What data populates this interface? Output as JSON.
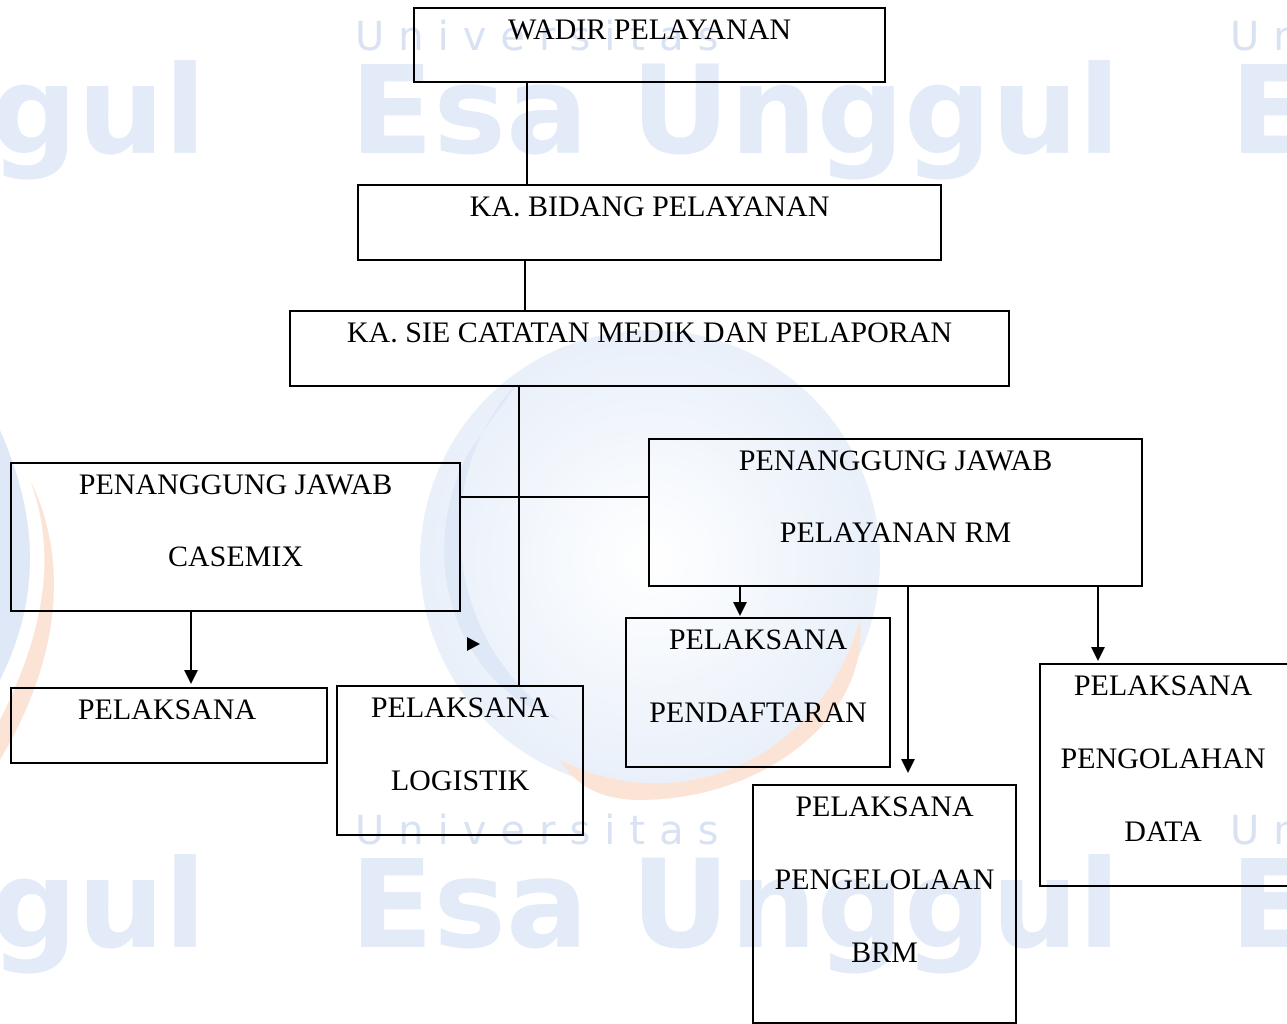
{
  "watermark": {
    "line1": "Universitas",
    "line2": "Esa Unggul",
    "fragment_big": "gul",
    "fragment_small": "Un"
  },
  "diagram": {
    "wadir": "WADIR PELAYANAN",
    "ka_bidang": "KA. BIDANG PELAYANAN",
    "ka_sie": "KA. SIE CATATAN  MEDIK DAN PELAPORAN",
    "pj_casemix": [
      "PENANGGUNG JAWAB",
      "CASEMIX"
    ],
    "pj_rm": [
      "PENANGGUNG JAWAB",
      "PELAYANAN RM"
    ],
    "pelaksana": "PELAKSANA",
    "logistik": [
      "PELAKSANA",
      "LOGISTIK"
    ],
    "pendaftaran": [
      "PELAKSANA",
      "PENDAFTARAN"
    ],
    "brm": [
      "PELAKSANA",
      "PENGELOLAAN",
      "BRM"
    ],
    "pengolahan": [
      "PELAKSANA",
      "PENGOLAHAN",
      "DATA"
    ]
  },
  "colors": {
    "watermark_blue": "#e2ebf7",
    "watermark_orange": "#fbe3d6",
    "line": "#000000"
  }
}
